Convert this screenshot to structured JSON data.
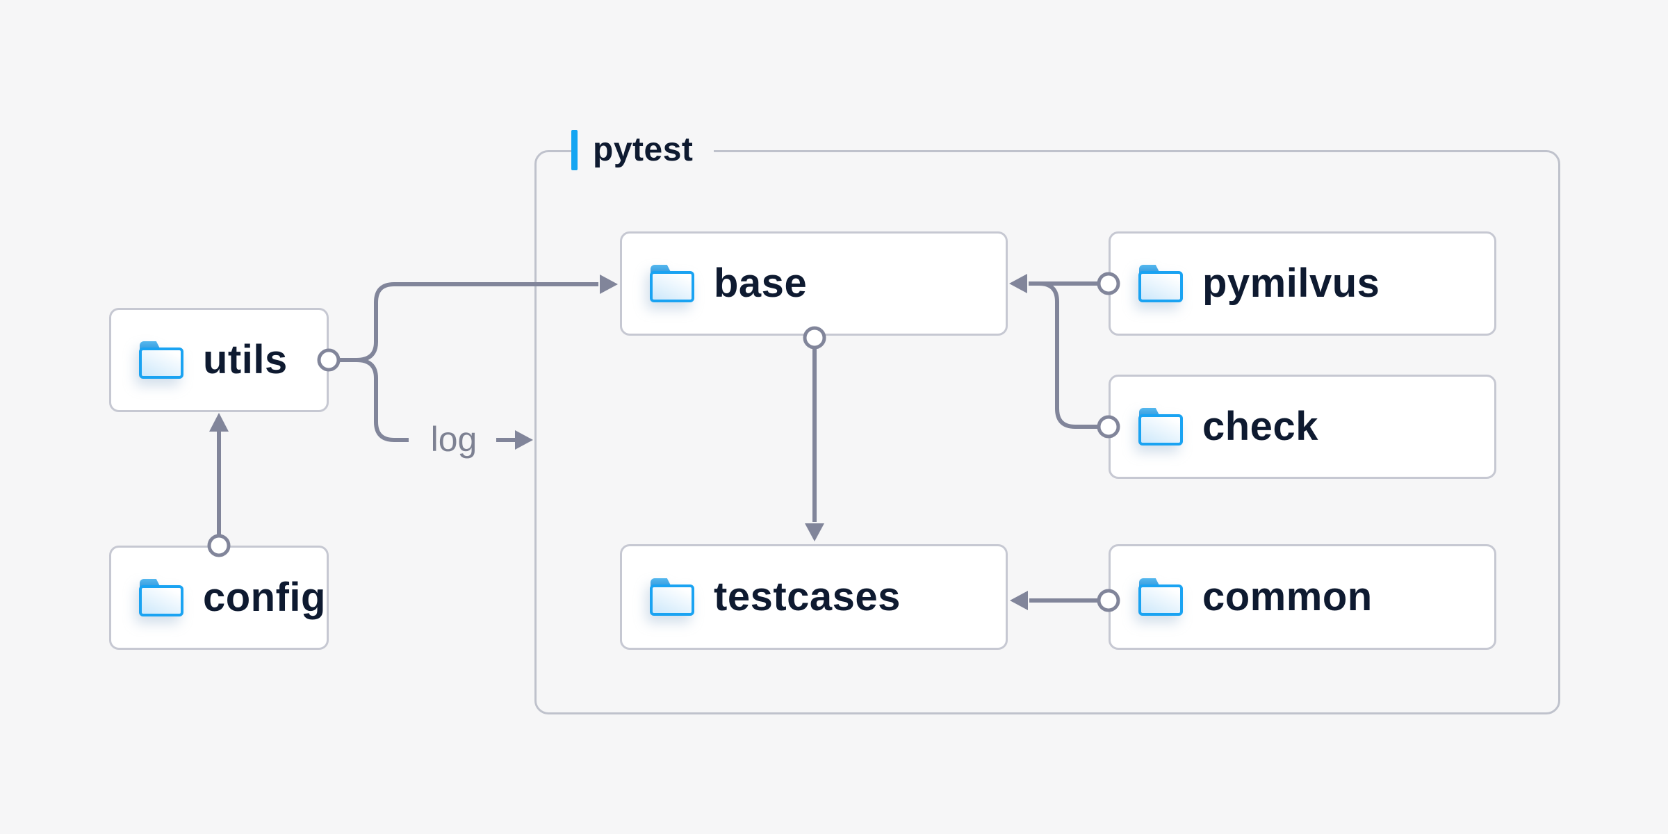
{
  "container": {
    "label": "pytest",
    "accent_color": "#14a5f2"
  },
  "nodes": {
    "utils": {
      "label": "utils",
      "icon": "folder-icon"
    },
    "config": {
      "label": "config",
      "icon": "folder-icon"
    },
    "base": {
      "label": "base",
      "icon": "folder-icon"
    },
    "pymilvus": {
      "label": "pymilvus",
      "icon": "folder-icon"
    },
    "check": {
      "label": "check",
      "icon": "folder-icon"
    },
    "testcases": {
      "label": "testcases",
      "icon": "folder-icon"
    },
    "common": {
      "label": "common",
      "icon": "folder-icon"
    }
  },
  "edge_label": {
    "text": "log"
  },
  "edges": [
    {
      "from": "config",
      "to": "utils"
    },
    {
      "from": "utils",
      "to": "base"
    },
    {
      "from": "utils",
      "to": "log",
      "note": "arrow pointing into pytest container"
    },
    {
      "from": "pymilvus",
      "to": "base"
    },
    {
      "from": "check",
      "to": "base"
    },
    {
      "from": "base",
      "to": "testcases"
    },
    {
      "from": "common",
      "to": "testcases"
    }
  ],
  "colors": {
    "background": "#f6f6f7",
    "node_fill": "#ffffff",
    "node_border": "#c6c8d2",
    "container_border": "#bfc2cc",
    "connector": "#81859a",
    "text_dark": "#0e1a30",
    "text_muted": "#7d8192",
    "accent_blue": "#14a5f2",
    "folder_blue": "#1aa3f2"
  }
}
